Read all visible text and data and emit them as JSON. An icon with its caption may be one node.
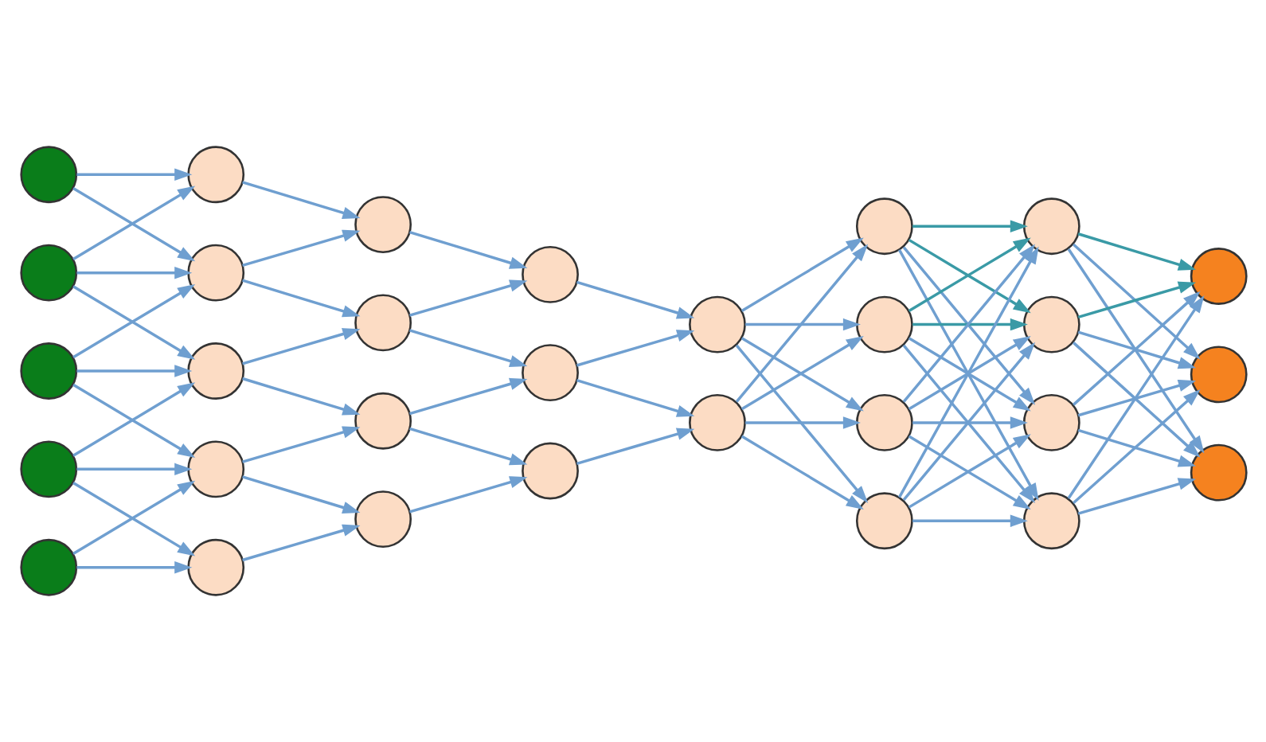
{
  "diagram": {
    "nodes": [
      {
        "text": [],
        "shape": "circle"
      },
      {
        "text": [],
        "shape": "circle"
      },
      {
        "text": [],
        "shape": "circle"
      },
      {
        "text": [],
        "shape": "circle"
      },
      {
        "text": [],
        "shape": "circle"
      },
      {
        "text": [],
        "shape": "circle"
      },
      {
        "text": [],
        "shape": "circle"
      },
      {
        "text": [],
        "shape": "circle"
      },
      {
        "text": [],
        "shape": "circle"
      },
      {
        "text": [],
        "shape": "circle"
      },
      {
        "text": [],
        "shape": "circle"
      },
      {
        "text": [],
        "shape": "circle"
      },
      {
        "text": [],
        "shape": "circle"
      },
      {
        "text": [],
        "shape": "circle"
      },
      {
        "text": [],
        "shape": "circle"
      },
      {
        "text": [],
        "shape": "circle"
      },
      {
        "text": [],
        "shape": "circle"
      },
      {
        "text": [],
        "shape": "circle"
      },
      {
        "text": [],
        "shape": "circle"
      },
      {
        "text": [],
        "shape": "circle"
      },
      {
        "text": [],
        "shape": "circle"
      },
      {
        "text": [],
        "shape": "circle"
      },
      {
        "text": [],
        "shape": "circle"
      },
      {
        "text": [],
        "shape": "circle"
      },
      {
        "text": [],
        "shape": "circle"
      },
      {
        "text": [],
        "shape": "circle"
      },
      {
        "text": [],
        "shape": "circle"
      },
      {
        "text": [],
        "shape": "circle"
      },
      {
        "text": [],
        "shape": "circle"
      },
      {
        "text": [],
        "shape": "circle"
      }
    ],
    "edges": [
      {
        "from": 0,
        "to": 5,
        "arrow": "to"
      },
      {
        "from": 0,
        "to": 6,
        "arrow": "to"
      },
      {
        "from": 1,
        "to": 5,
        "arrow": "to"
      },
      {
        "from": 1,
        "to": 6,
        "arrow": "to"
      },
      {
        "from": 1,
        "to": 7,
        "arrow": "to"
      },
      {
        "from": 2,
        "to": 6,
        "arrow": "to"
      },
      {
        "from": 2,
        "to": 7,
        "arrow": "to"
      },
      {
        "from": 2,
        "to": 8,
        "arrow": "to"
      },
      {
        "from": 3,
        "to": 7,
        "arrow": "to"
      },
      {
        "from": 3,
        "to": 8,
        "arrow": "to"
      },
      {
        "from": 3,
        "to": 9,
        "arrow": "to"
      },
      {
        "from": 4,
        "to": 8,
        "arrow": "to"
      },
      {
        "from": 4,
        "to": 9,
        "arrow": "to"
      },
      {
        "from": 5,
        "to": 10,
        "arrow": "to"
      },
      {
        "from": 6,
        "to": 10,
        "arrow": "to"
      },
      {
        "from": 6,
        "to": 11,
        "arrow": "to"
      },
      {
        "from": 7,
        "to": 11,
        "arrow": "to"
      },
      {
        "from": 7,
        "to": 12,
        "arrow": "to"
      },
      {
        "from": 8,
        "to": 12,
        "arrow": "to"
      },
      {
        "from": 8,
        "to": 13,
        "arrow": "to"
      },
      {
        "from": 9,
        "to": 13,
        "arrow": "to"
      },
      {
        "from": 10,
        "to": 14,
        "arrow": "to"
      },
      {
        "from": 11,
        "to": 14,
        "arrow": "to"
      },
      {
        "from": 11,
        "to": 15,
        "arrow": "to"
      },
      {
        "from": 12,
        "to": 15,
        "arrow": "to"
      },
      {
        "from": 12,
        "to": 16,
        "arrow": "to"
      },
      {
        "from": 13,
        "to": 16,
        "arrow": "to"
      },
      {
        "from": 14,
        "to": 17,
        "arrow": "to"
      },
      {
        "from": 15,
        "to": 17,
        "arrow": "to"
      },
      {
        "from": 15,
        "to": 18,
        "arrow": "to"
      },
      {
        "from": 16,
        "to": 18,
        "arrow": "to"
      },
      {
        "from": 17,
        "to": 19,
        "arrow": "to"
      },
      {
        "from": 17,
        "to": 20,
        "arrow": "to"
      },
      {
        "from": 17,
        "to": 21,
        "arrow": "to"
      },
      {
        "from": 17,
        "to": 22,
        "arrow": "to"
      },
      {
        "from": 18,
        "to": 19,
        "arrow": "to"
      },
      {
        "from": 18,
        "to": 20,
        "arrow": "to"
      },
      {
        "from": 18,
        "to": 21,
        "arrow": "to"
      },
      {
        "from": 18,
        "to": 22,
        "arrow": "to"
      },
      {
        "from": 19,
        "to": 23,
        "arrow": "to",
        "color": "#3a9aa6"
      },
      {
        "from": 19,
        "to": 24,
        "arrow": "to",
        "color": "#3a9aa6"
      },
      {
        "from": 19,
        "to": 25,
        "arrow": "to"
      },
      {
        "from": 19,
        "to": 26,
        "arrow": "to"
      },
      {
        "from": 20,
        "to": 23,
        "arrow": "to",
        "color": "#3a9aa6"
      },
      {
        "from": 20,
        "to": 24,
        "arrow": "to",
        "color": "#3a9aa6"
      },
      {
        "from": 20,
        "to": 25,
        "arrow": "to"
      },
      {
        "from": 20,
        "to": 26,
        "arrow": "to"
      },
      {
        "from": 21,
        "to": 23,
        "arrow": "to"
      },
      {
        "from": 21,
        "to": 24,
        "arrow": "to"
      },
      {
        "from": 21,
        "to": 25,
        "arrow": "to"
      },
      {
        "from": 21,
        "to": 26,
        "arrow": "to"
      },
      {
        "from": 22,
        "to": 23,
        "arrow": "to"
      },
      {
        "from": 22,
        "to": 24,
        "arrow": "to"
      },
      {
        "from": 22,
        "to": 25,
        "arrow": "to"
      },
      {
        "from": 22,
        "to": 26,
        "arrow": "to"
      },
      {
        "from": 23,
        "to": 27,
        "arrow": "to",
        "color": "#3a9aa6"
      },
      {
        "from": 23,
        "to": 28,
        "arrow": "to"
      },
      {
        "from": 23,
        "to": 29,
        "arrow": "to"
      },
      {
        "from": 24,
        "to": 27,
        "arrow": "to",
        "color": "#3a9aa6"
      },
      {
        "from": 24,
        "to": 28,
        "arrow": "to"
      },
      {
        "from": 24,
        "to": 29,
        "arrow": "to"
      },
      {
        "from": 25,
        "to": 27,
        "arrow": "to"
      },
      {
        "from": 25,
        "to": 28,
        "arrow": "to"
      },
      {
        "from": 25,
        "to": 29,
        "arrow": "to"
      },
      {
        "from": 26,
        "to": 27,
        "arrow": "to"
      },
      {
        "from": 26,
        "to": 28,
        "arrow": "to"
      },
      {
        "from": 26,
        "to": 29,
        "arrow": "to"
      }
    ]
  }
}
